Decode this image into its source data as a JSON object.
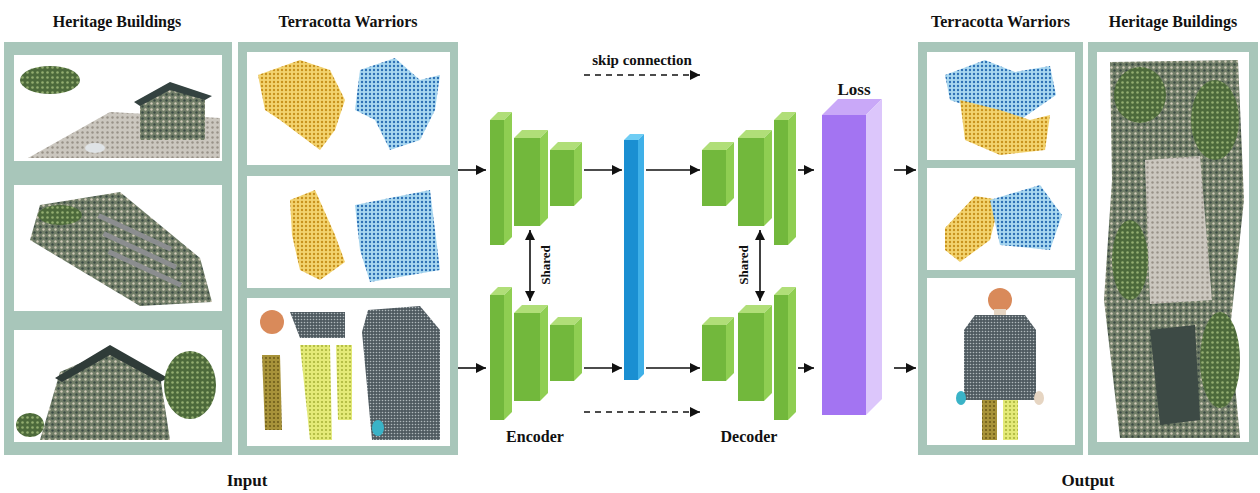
{
  "diagram": {
    "nodes": [
      {
        "text": [
          "Heritage Buildings"
        ]
      },
      {
        "text": [
          "Terracotta Warriors"
        ]
      },
      {
        "text": [
          "Encoder"
        ]
      },
      {
        "text": [
          "Decoder"
        ]
      },
      {
        "text": [
          "Loss"
        ]
      },
      {
        "text": [
          "Terracotta Warriors"
        ]
      },
      {
        "text": [
          "Heritage Buildings"
        ]
      }
    ],
    "edges": [
      {
        "from": 1,
        "to": 2,
        "arrow": "to"
      },
      {
        "from": 1,
        "to": 2,
        "arrow": "to"
      },
      {
        "from": 2,
        "to": 3,
        "label": "skip connection",
        "arrow": "to"
      },
      {
        "from": 2,
        "to": 3,
        "arrow": "to"
      },
      {
        "from": 3,
        "to": 4,
        "arrow": "to"
      },
      {
        "from": 3,
        "to": 4,
        "arrow": "to"
      },
      {
        "from": 4,
        "to": 5,
        "arrow": "to"
      },
      {
        "from": 4,
        "to": 5,
        "arrow": "to"
      }
    ],
    "labels": [
      "Shared",
      "Shared",
      "Input",
      "Output"
    ]
  }
}
